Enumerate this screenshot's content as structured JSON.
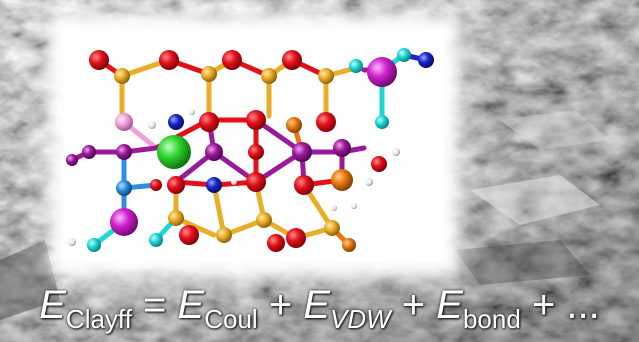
{
  "equation": {
    "E": "E",
    "sub_clayff": "Clayff",
    "eq": "=",
    "sub_coul": "Coul",
    "plus": "+",
    "sub_vdw": "VDW",
    "sub_bond": "bond",
    "ellipsis": "..."
  },
  "colors": {
    "oxygen": "#e3101a",
    "silicon": "#e9ad27",
    "hydrogen": "#1fd6d6",
    "magnesium": "#a81fa8",
    "aluminium_oct": "#9b1a9b",
    "calcium": "#cc22cc",
    "chlorine": "#2bd42b",
    "nitrogen": "#1626c8",
    "sodium_bridge": "#2e8fe0",
    "pink_tet": "#f0a0dc",
    "orange": "#e5780d",
    "water_h": "#f2f2f2"
  }
}
